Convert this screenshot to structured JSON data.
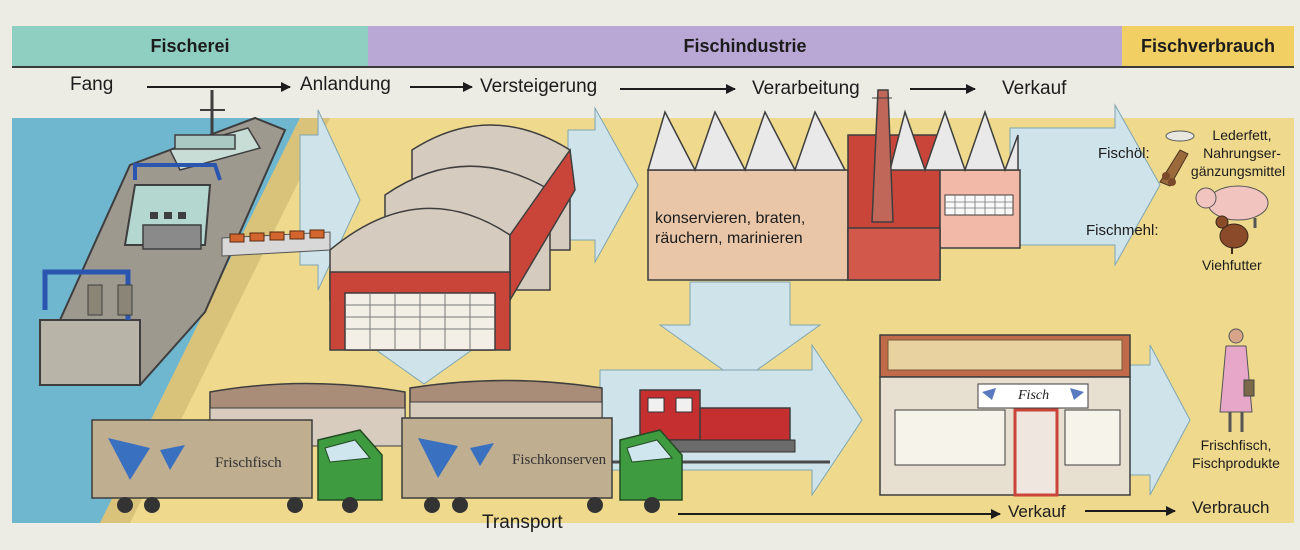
{
  "header": {
    "fischerei": "Fischerei",
    "fischindustrie": "Fischindustrie",
    "fischverbrauch": "Fischverbrauch"
  },
  "stages": {
    "fang": "Fang",
    "anlandung": "Anlandung",
    "versteigerung": "Versteigerung",
    "verarbeitung": "Verarbeitung",
    "verkauf_top": "Verkauf",
    "transport": "Transport",
    "verkauf_bottom": "Verkauf",
    "verbrauch": "Verbrauch"
  },
  "factory": {
    "text_line1": "konservieren, braten,",
    "text_line2": "räuchern, marinieren"
  },
  "products": {
    "fischoel": "Fischöl:",
    "fischoel_use_line1": "Lederfett,",
    "fischoel_use_line2": "Nahrungser-",
    "fischoel_use_line3": "gänzungsmittel",
    "fischmehl": "Fischmehl:",
    "fischmehl_use": "Viehfutter",
    "frisch_line1": "Frischfisch,",
    "frisch_line2": "Fischprodukte"
  },
  "trucks": {
    "truck1_label": "Frischfisch",
    "truck2_label": "Fischkonserven"
  },
  "shop": {
    "sign": "Fisch"
  },
  "colors": {
    "fischerei_band": "#8fcfc2",
    "fischindustrie_band": "#b9a8d6",
    "fischverbrauch_band": "#f1cf63",
    "water": "#6fb6cf",
    "ground": "#efd98c",
    "flow_arrow": "#cfe3ea",
    "brick": "#c9453a"
  }
}
